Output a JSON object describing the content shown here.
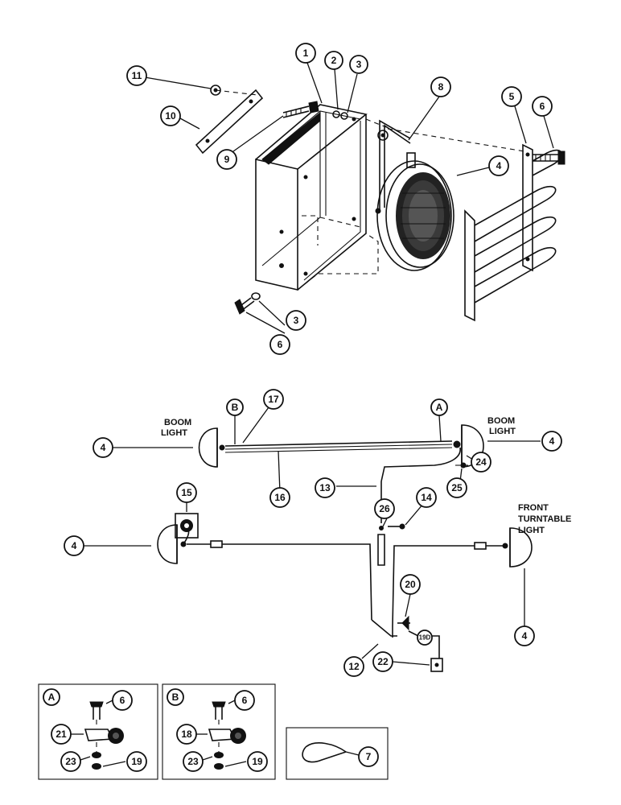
{
  "callouts": {
    "c1": "1",
    "c2": "2",
    "c3a": "3",
    "c3b": "3",
    "c4a": "4",
    "c5": "5",
    "c6a": "6",
    "c6b": "6",
    "c8": "8",
    "c9": "9",
    "c10": "10",
    "c11": "11",
    "w4l": "4",
    "w4r": "4",
    "w4ml": "4",
    "w4bot": "4",
    "wB": "B",
    "wA": "A",
    "w17": "17",
    "w16": "16",
    "w24": "24",
    "w25": "25",
    "w13": "13",
    "w14": "14",
    "w26": "26",
    "w15": "15",
    "w20": "20",
    "w12": "12",
    "w22": "22",
    "w19d": "19D",
    "iA": "A",
    "iA6": "6",
    "iA21": "21",
    "iA23": "23",
    "iA19": "19",
    "iB": "B",
    "iB6": "6",
    "iB18": "18",
    "iB23": "23",
    "iB19": "19",
    "i7": "7"
  },
  "labels": {
    "boom_left_1": "BOOM",
    "boom_left_2": "LIGHT",
    "boom_right_1": "BOOM",
    "boom_right_2": "LIGHT",
    "front_1": "FRONT",
    "front_2": "TURNTABLE",
    "front_3": "LIGHT"
  }
}
